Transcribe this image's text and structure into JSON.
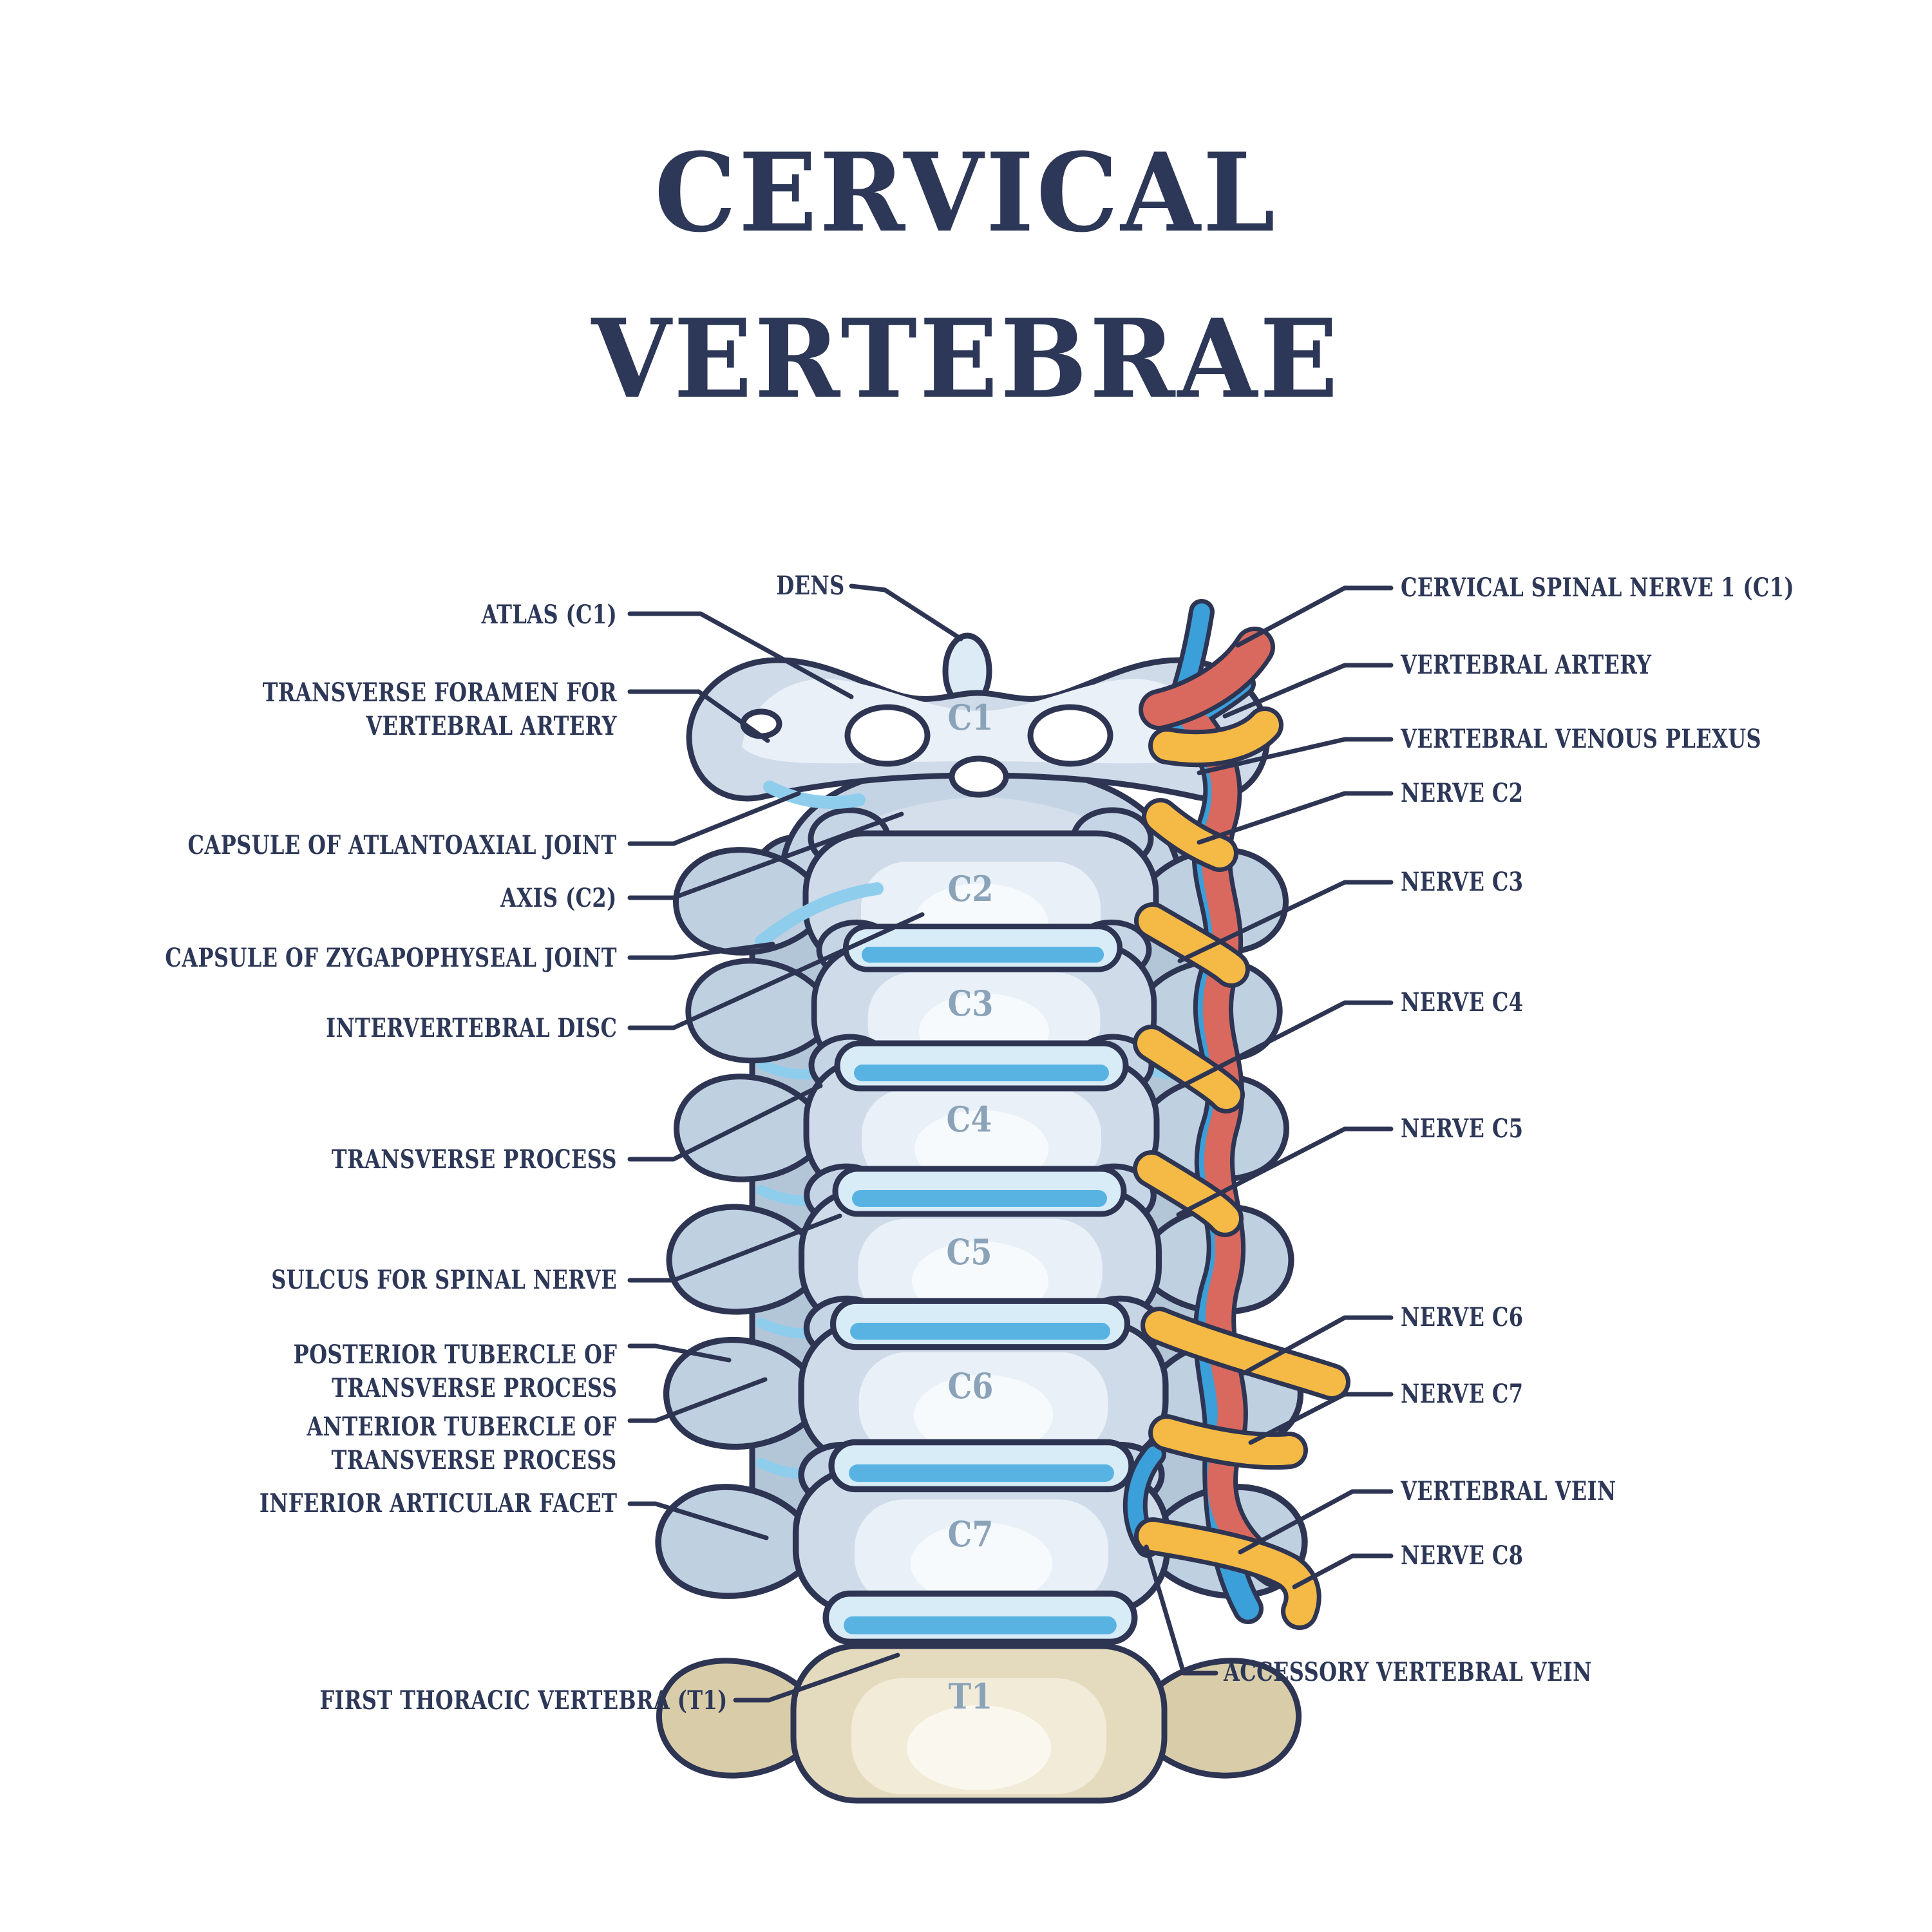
{
  "title": {
    "line1": "CERVICAL",
    "line2": "VERTEBRAE"
  },
  "labels": {
    "left": [
      {
        "id": "dens",
        "text": "DENS"
      },
      {
        "id": "atlas-c1",
        "text": "ATLAS (C1)"
      },
      {
        "id": "transverse-foramen",
        "text": "TRANSVERSE FORAMEN FOR\nVERTEBRAL ARTERY"
      },
      {
        "id": "capsule-atlantoaxial",
        "text": "CAPSULE OF ATLANTOAXIAL JOINT"
      },
      {
        "id": "axis-c2",
        "text": "AXIS (C2)"
      },
      {
        "id": "capsule-zygapophyseal",
        "text": "CAPSULE OF ZYGAPOPHYSEAL JOINT"
      },
      {
        "id": "intervertebral-disc",
        "text": "INTERVERTEBRAL DISC"
      },
      {
        "id": "transverse-process",
        "text": "TRANSVERSE PROCESS"
      },
      {
        "id": "sulcus-spinal-nerve",
        "text": "SULCUS FOR SPINAL NERVE"
      },
      {
        "id": "posterior-tubercle",
        "text": "POSTERIOR TUBERCLE OF\nTRANSVERSE PROCESS"
      },
      {
        "id": "anterior-tubercle",
        "text": "ANTERIOR TUBERCLE OF\nTRANSVERSE PROCESS"
      },
      {
        "id": "inferior-articular-facet",
        "text": "INFERIOR ARTICULAR FACET"
      },
      {
        "id": "first-thoracic",
        "text": "FIRST THORACIC VERTEBRA (T1)"
      }
    ],
    "right": [
      {
        "id": "cervical-spinal-nerve-1",
        "text": "CERVICAL SPINAL NERVE 1 (C1)"
      },
      {
        "id": "vertebral-artery",
        "text": "VERTEBRAL ARTERY"
      },
      {
        "id": "vertebral-venous-plexus",
        "text": "VERTEBRAL VENOUS PLEXUS"
      },
      {
        "id": "nerve-c2",
        "text": "NERVE C2"
      },
      {
        "id": "nerve-c3",
        "text": "NERVE C3"
      },
      {
        "id": "nerve-c4",
        "text": "NERVE C4"
      },
      {
        "id": "nerve-c5",
        "text": "NERVE C5"
      },
      {
        "id": "nerve-c6",
        "text": "NERVE C6"
      },
      {
        "id": "nerve-c7",
        "text": "NERVE C7"
      },
      {
        "id": "vertebral-vein",
        "text": "VERTEBRAL VEIN"
      },
      {
        "id": "nerve-c8",
        "text": "NERVE C8"
      },
      {
        "id": "accessory-vertebral-vein",
        "text": "ACCESSORY VERTEBRAL VEIN"
      }
    ]
  },
  "levels": [
    {
      "label": "C1"
    },
    {
      "label": "C2"
    },
    {
      "label": "C3"
    },
    {
      "label": "C4"
    },
    {
      "label": "C5"
    },
    {
      "label": "C6"
    },
    {
      "label": "C7"
    },
    {
      "label": "T1"
    }
  ],
  "colors": {
    "background": "#ffffff",
    "outline": "#2e3553",
    "text": "#2d3757",
    "bone": "#cfdbe9",
    "bone_shadow": "#b3c6d8",
    "bone_highlight": "#e9f0f7",
    "disc_light": "#d8ecf8",
    "disc_stripe": "#58b3e2",
    "capsule_blue": "#8ecdec",
    "nerve_yellow": "#f5b945",
    "artery_red": "#d9695e",
    "vein_blue": "#3b9fd9",
    "t1_bone": "#e4dabd",
    "t1_shadow": "#d9cda9",
    "level_text": "#8ba3b9"
  }
}
